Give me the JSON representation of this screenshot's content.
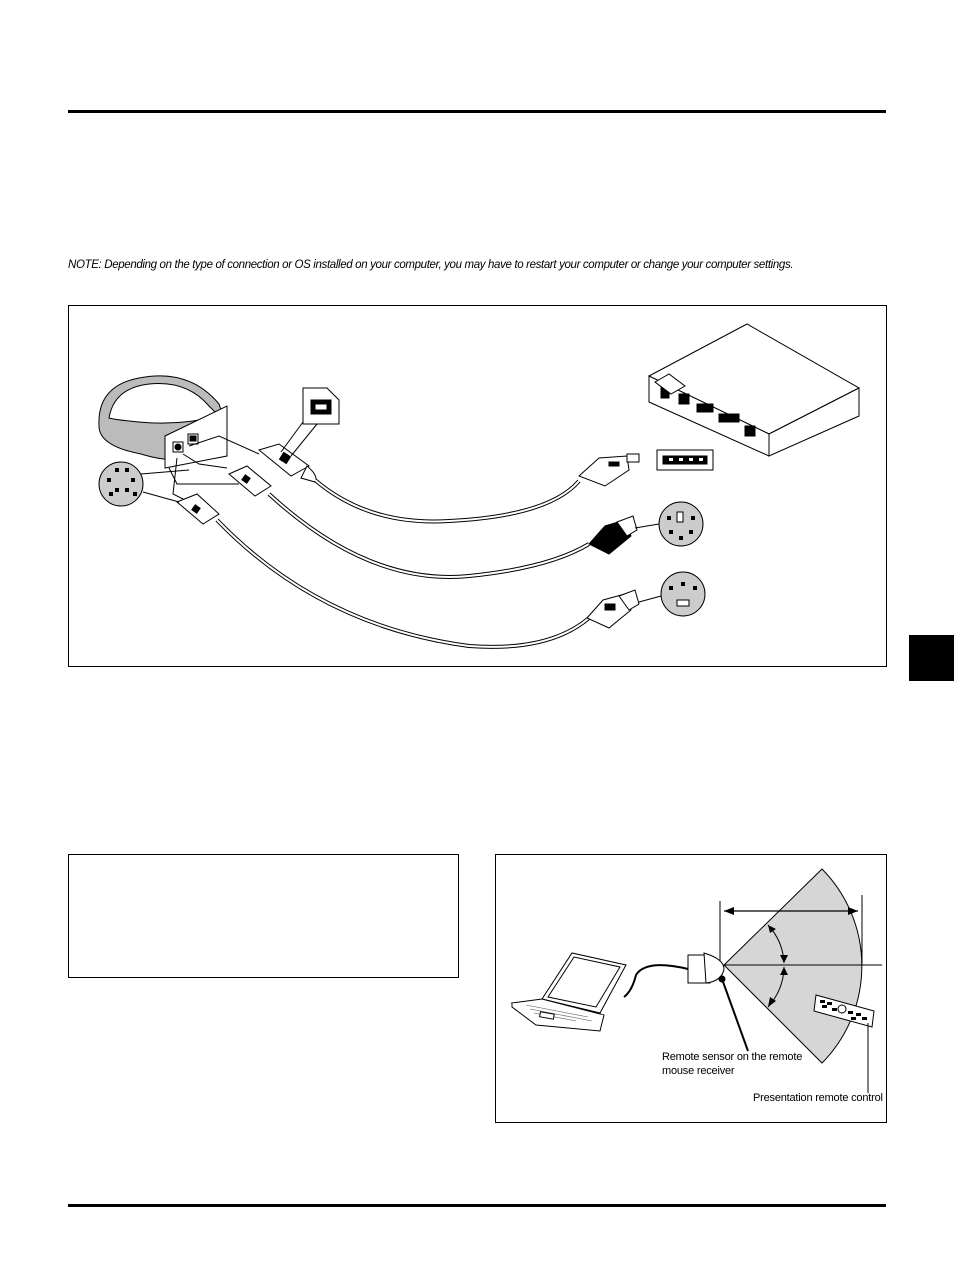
{
  "note": {
    "text": "NOTE: Depending on the type of connection or OS installed on your computer, you may have to restart your computer or change your computer settings."
  },
  "range_diagram": {
    "sensor_label_line1": "Remote sensor on the remote",
    "sensor_label_line2": "mouse receiver",
    "remote_label": "Presentation remote control"
  },
  "icons": {
    "mouse_receiver": "mouse-receiver-icon",
    "laptop_rear": "laptop-rear-icon",
    "usb_b_port": "usb-b-port-icon",
    "usb_a_port": "usb-a-port-icon",
    "ps2_port": "ps2-port-icon",
    "serial_port": "serial-port-icon",
    "laptop": "laptop-icon",
    "remote_control": "remote-control-icon"
  }
}
